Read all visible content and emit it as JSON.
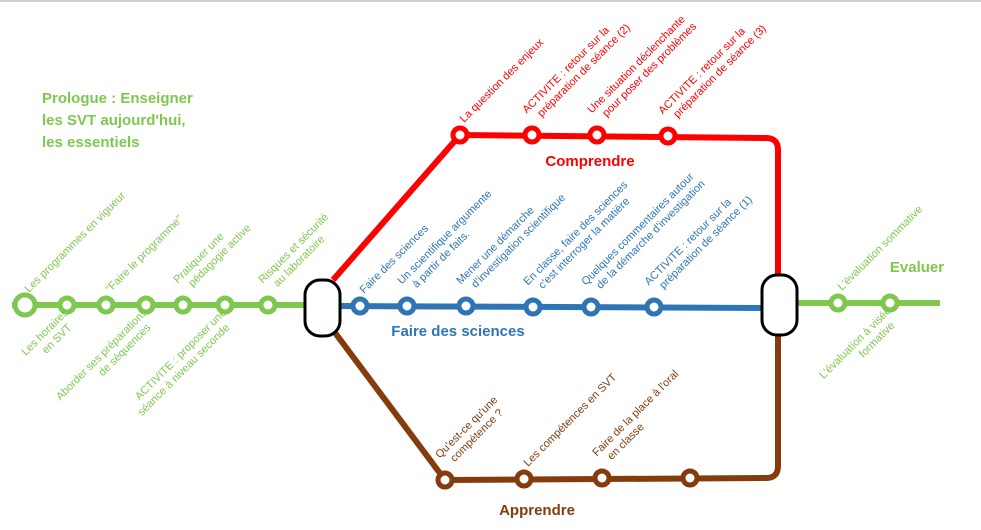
{
  "colors": {
    "green": "#7ec850",
    "red": "#ff0000",
    "blue": "#2e75b6",
    "brown": "#843c0c",
    "hub": "#000000"
  },
  "prologue": [
    "Prologue : Enseigner",
    "les SVT aujourd'hui,",
    "les essentiels"
  ],
  "lines": {
    "prologue": {
      "stations": [
        {
          "label": [
            "Les programmes en vigueur"
          ],
          "side": "above"
        },
        {
          "label": [
            "Les horaires",
            "en SVT"
          ],
          "side": "below"
        },
        {
          "label": [
            "\"Faire le programme\""
          ],
          "side": "above"
        },
        {
          "label": [
            "Aborder ses préparations",
            "de séquences"
          ],
          "side": "below"
        },
        {
          "label": [
            "Pratiquer une",
            "pédagogie active"
          ],
          "side": "above"
        },
        {
          "label": [
            "ACTIVITE : proposer une",
            "séance à niveau seconde"
          ],
          "side": "below"
        },
        {
          "label": [
            "Risques et sécurité",
            "au laboratoire"
          ],
          "side": "above"
        }
      ]
    },
    "comprendre": {
      "title": "Comprendre",
      "stations": [
        {
          "label": [
            "La question des enjeux"
          ]
        },
        {
          "label": [
            "ACTIVITE : retour sur la",
            "préparation de séance (2)"
          ]
        },
        {
          "label": [
            "Une situation déclenchante",
            "pour poser des problèmes"
          ]
        },
        {
          "label": [
            "ACTIVITE : retour sur la",
            "préparation de séance (3)"
          ]
        }
      ]
    },
    "faire": {
      "title": "Faire des sciences",
      "stations": [
        {
          "label": [
            "Faire des sciences"
          ]
        },
        {
          "label": [
            "Un scientifique argumente",
            "à partir de faits."
          ]
        },
        {
          "label": [
            "Mener une démarche",
            "d'investigation scientifique"
          ]
        },
        {
          "label": [
            "En classe, faire des sciences",
            "c'est interroger la matière"
          ]
        },
        {
          "label": [
            "Quelques commentaires autour",
            "de la démarche d'investigation"
          ]
        },
        {
          "label": [
            "ACTIVITE : retour sur la",
            "préparation de séance (1)"
          ]
        }
      ]
    },
    "apprendre": {
      "title": "Apprendre",
      "stations": [
        {
          "label": [
            "Qu'est-ce qu'une",
            "compétence ?"
          ]
        },
        {
          "label": [
            "Les compétences en SVT"
          ]
        },
        {
          "label": [
            "Faire de la place à l'oral",
            "en classe"
          ]
        },
        {
          "label": []
        }
      ]
    },
    "evaluer": {
      "title": "Evaluer",
      "stations": [
        {
          "label": [
            "L'évaluation sommative"
          ],
          "side": "above"
        },
        {
          "label": [
            "L'évaluation à visée",
            "formative"
          ],
          "side": "below"
        }
      ]
    }
  }
}
